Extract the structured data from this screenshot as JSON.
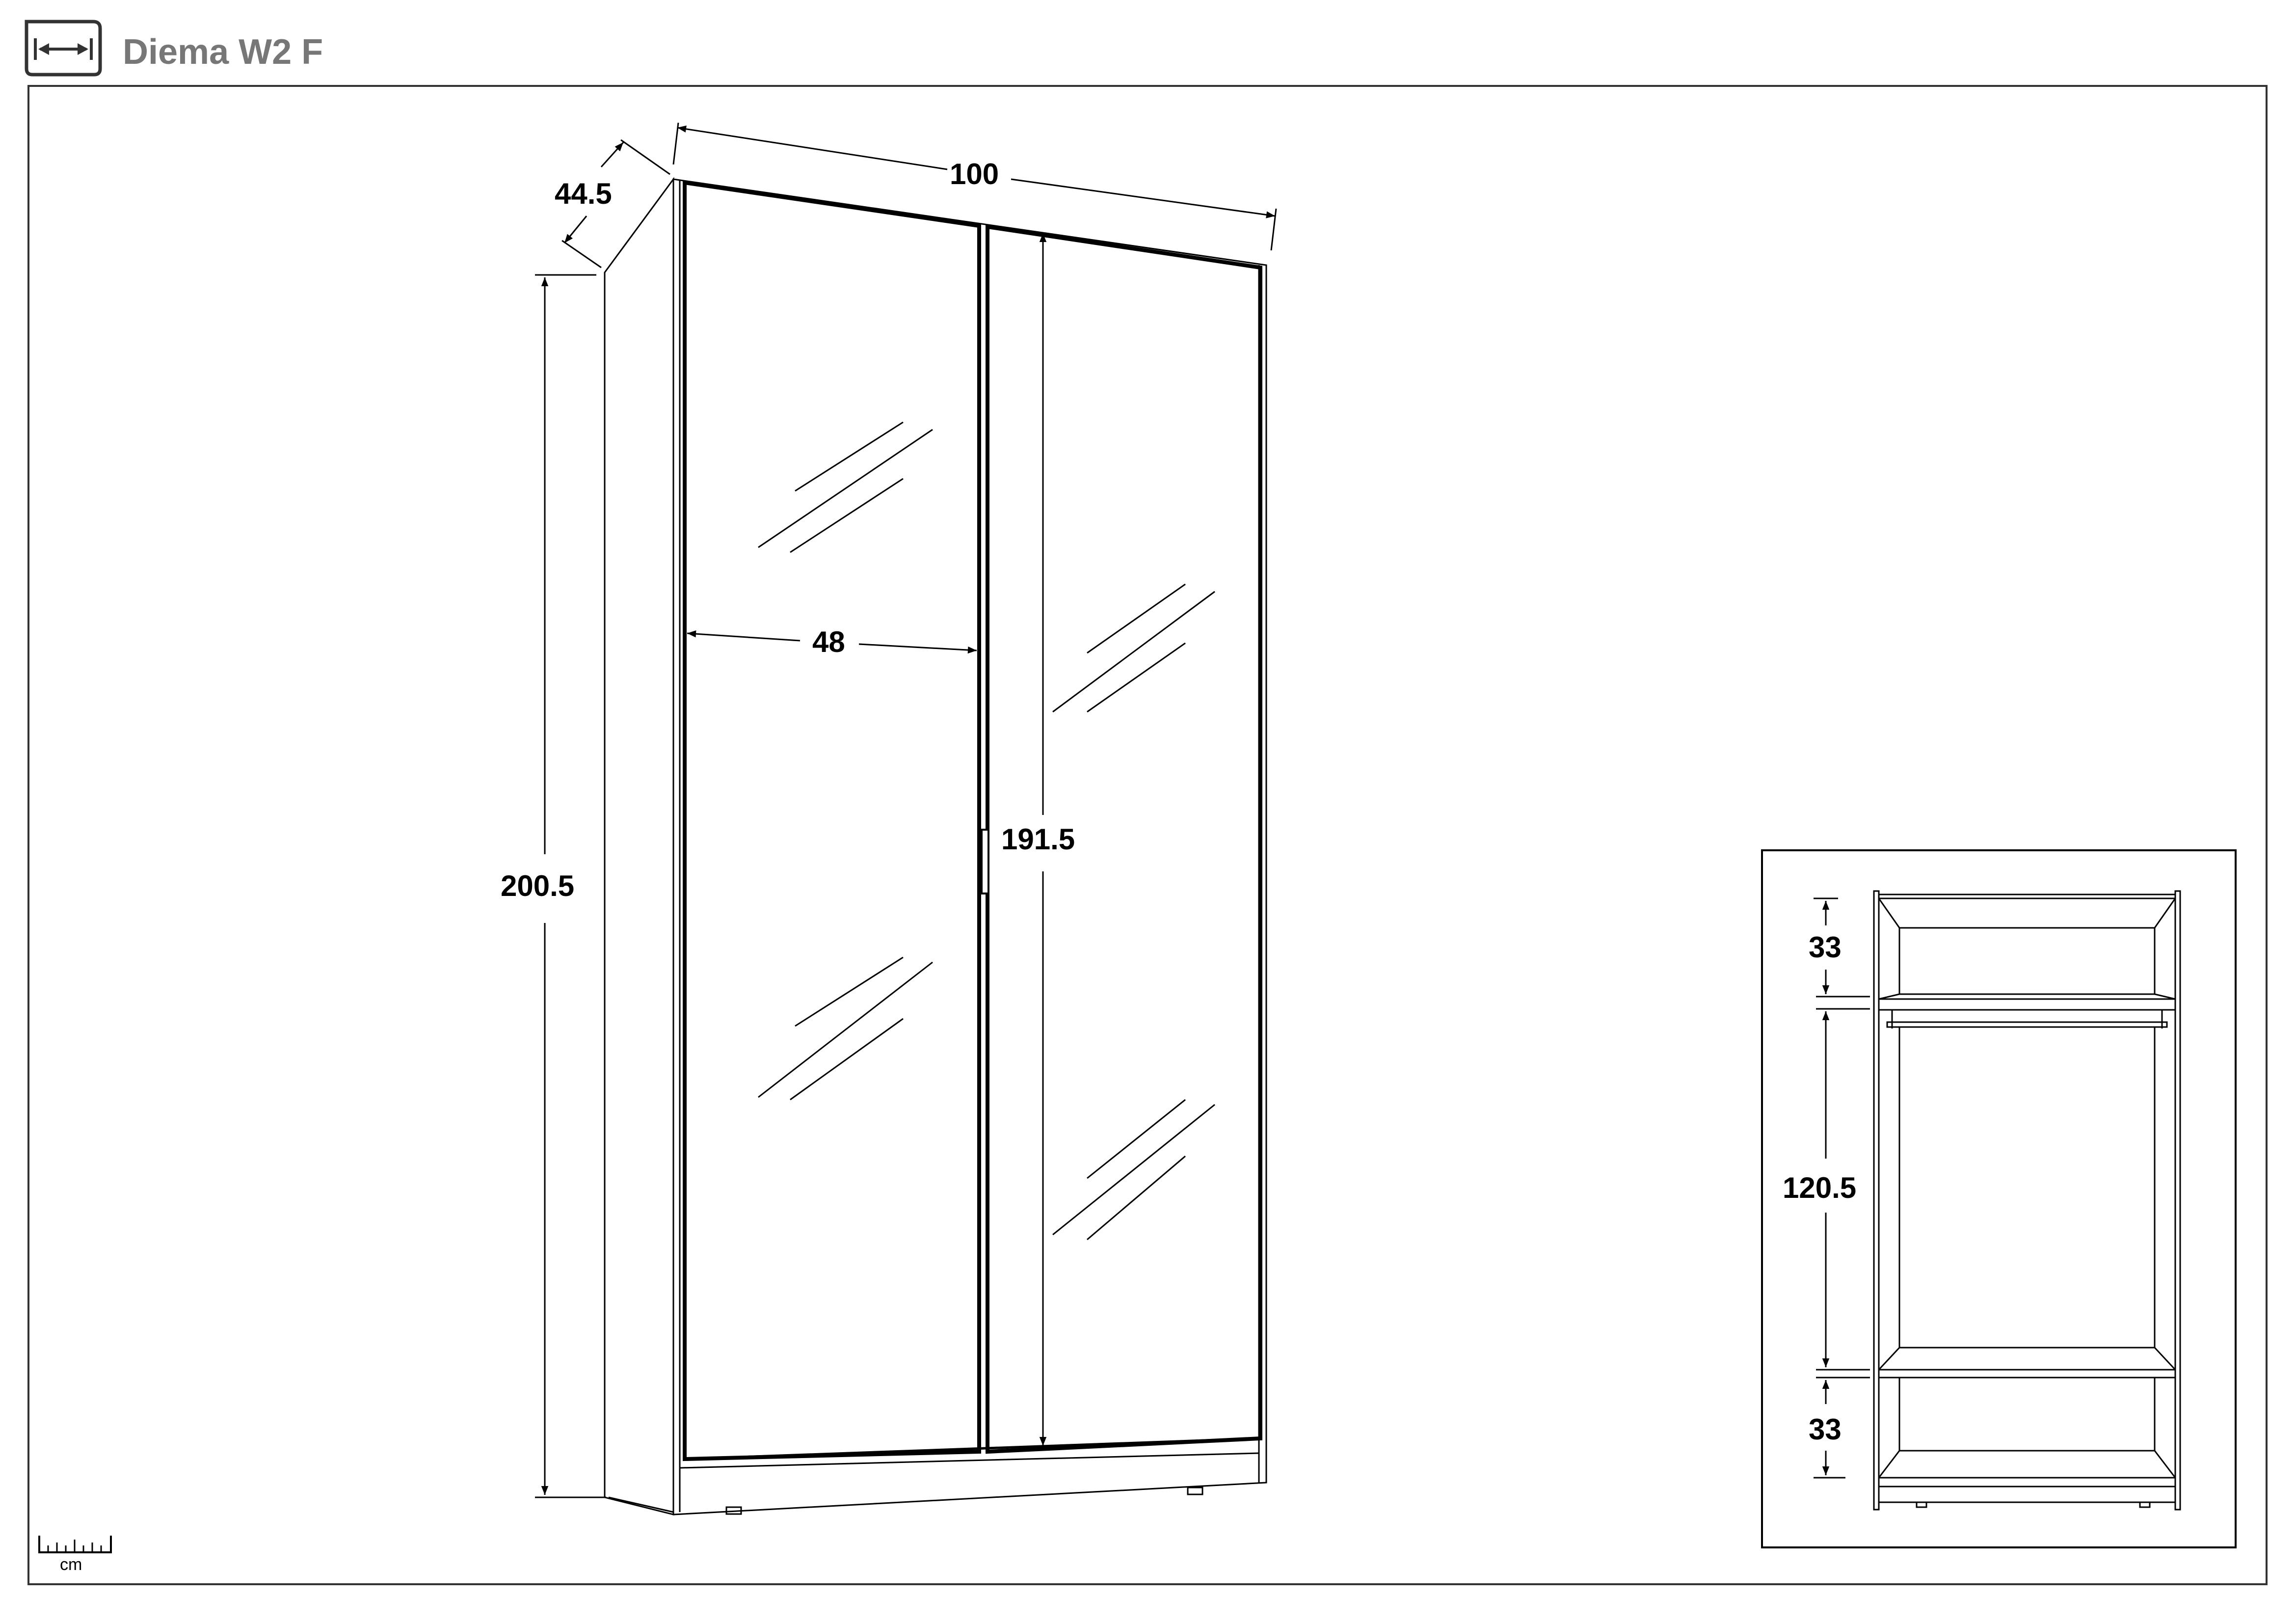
{
  "header": {
    "title": "Diema W2 F",
    "icon": "dimension-ruler-icon",
    "title_color": "#777777"
  },
  "dimensions": {
    "width": "100",
    "depth": "44.5",
    "height": "200.5",
    "door_width": "48",
    "door_height": "191.5"
  },
  "interior_dimensions": {
    "top_section": "33",
    "middle_section": "120.5",
    "bottom_section": "33"
  },
  "scale": {
    "unit": "cm",
    "icon": "ruler-scale-icon"
  },
  "colors": {
    "line": "#000000",
    "background": "#ffffff"
  }
}
